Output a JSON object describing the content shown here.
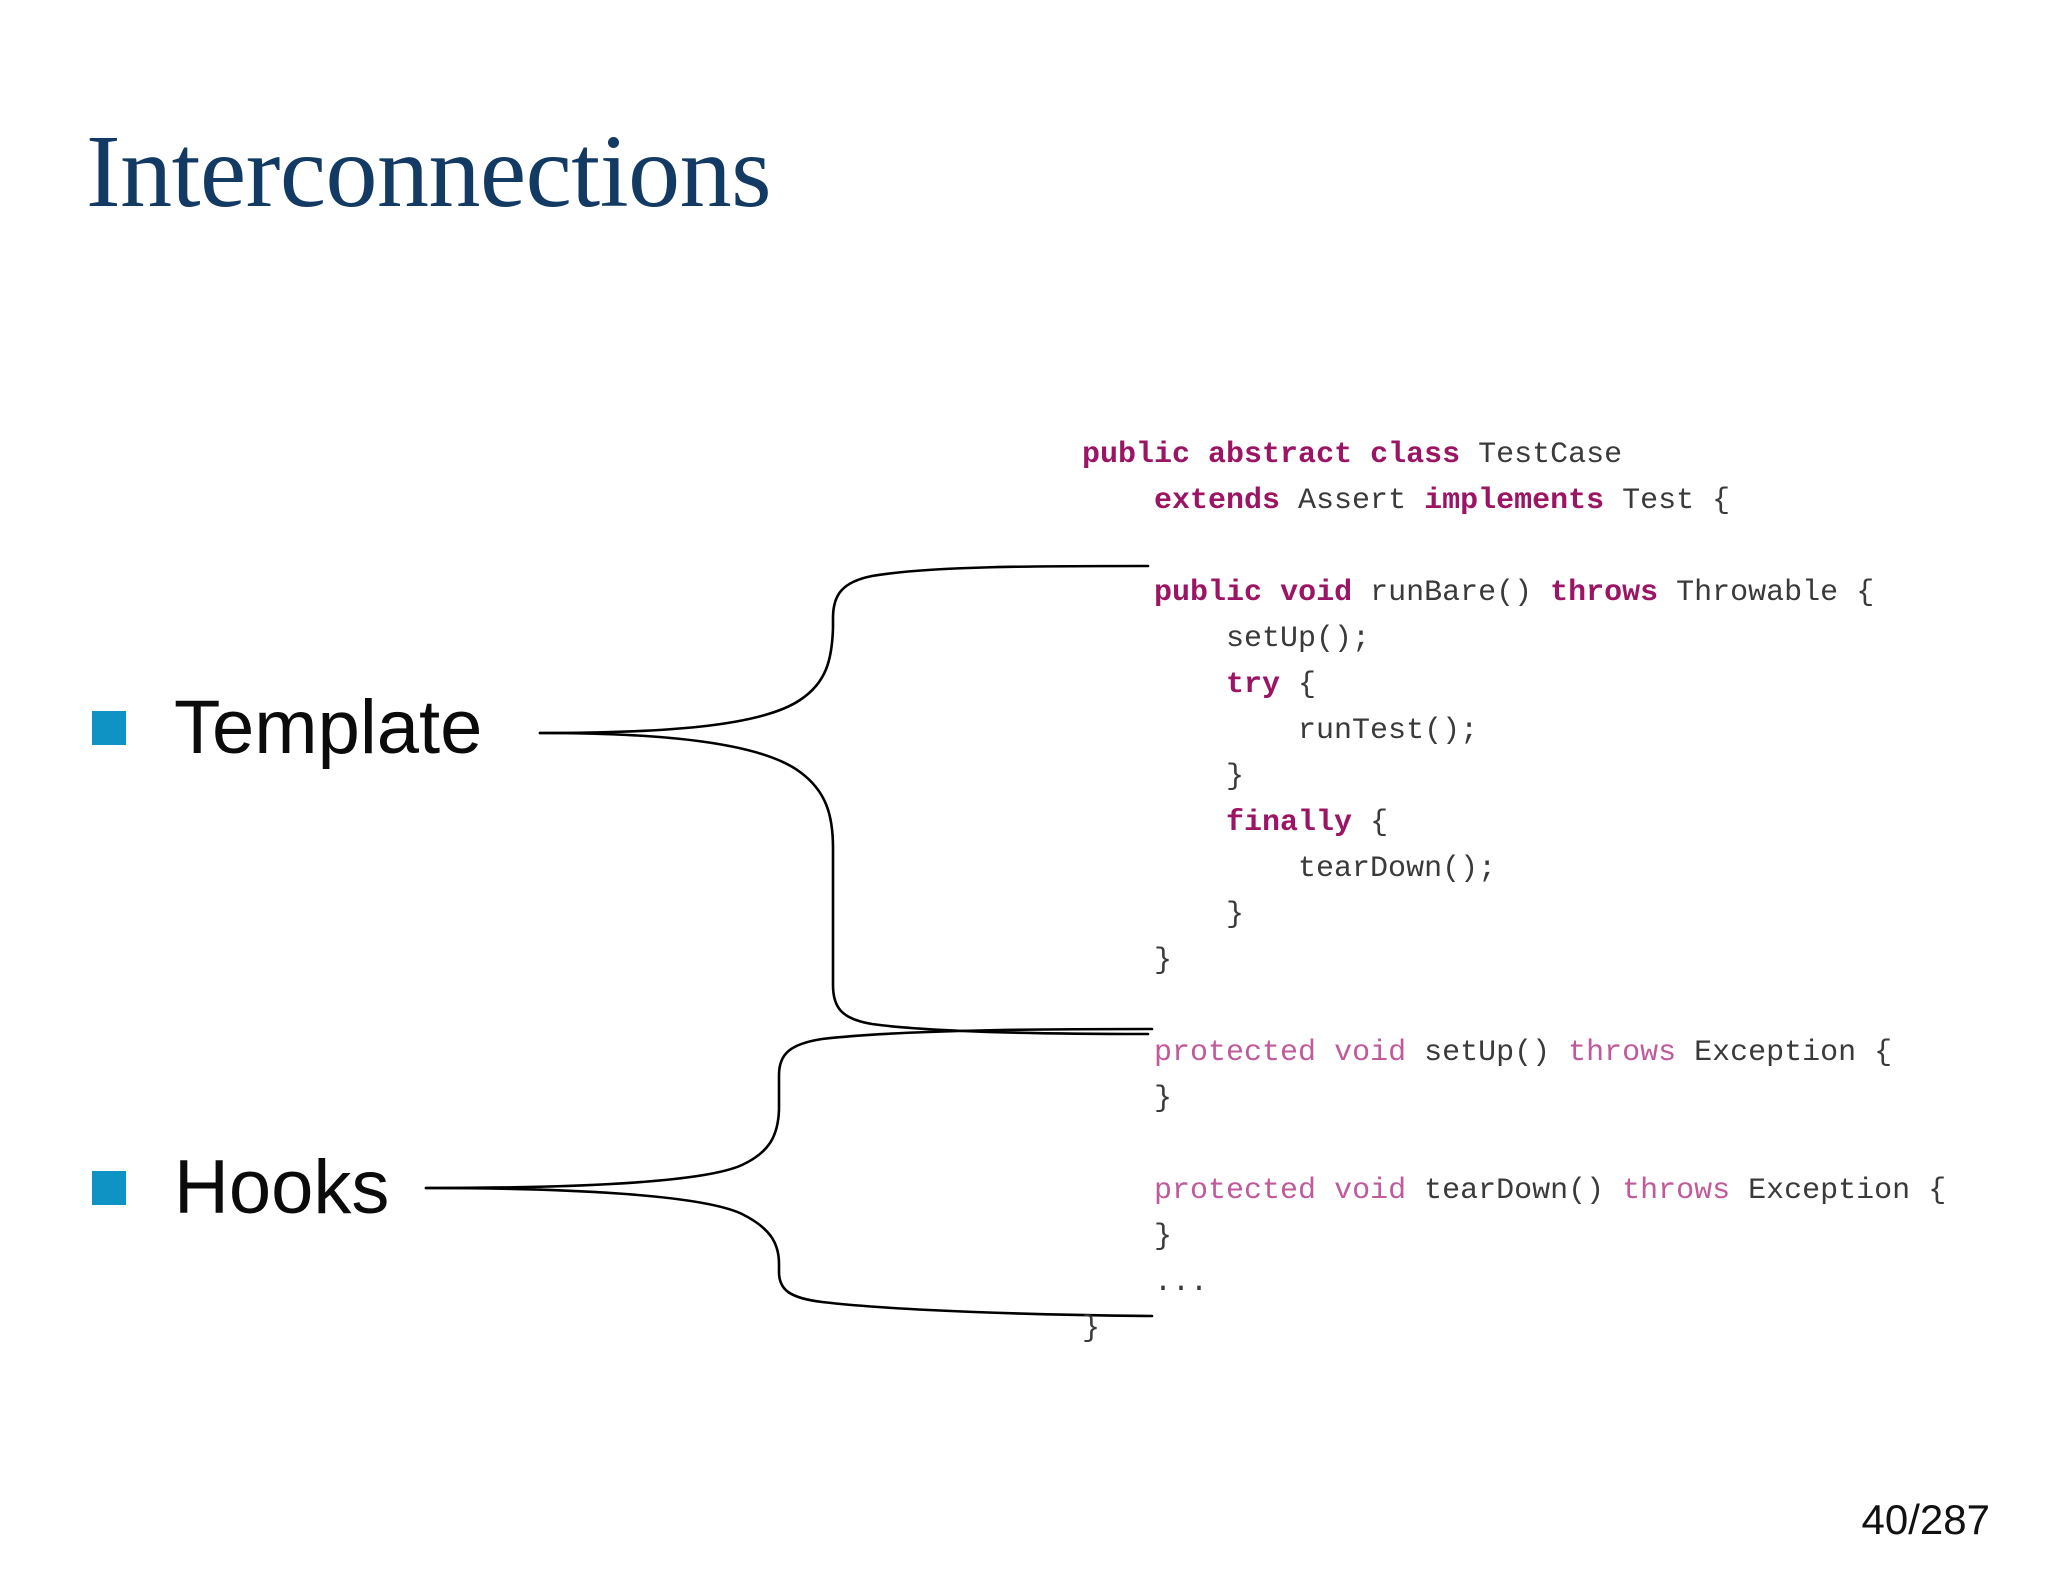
{
  "slide": {
    "title": "Interconnections",
    "page_number": "40/287",
    "background_color": "#ffffff",
    "title_color": "#133a63",
    "bullet_color": "#0e93c4",
    "keyword_bold_color": "#9c1464",
    "keyword_light_color": "#c05a9a",
    "identifier_color": "#3a3a3a",
    "connector_color": "#000000"
  },
  "bullets": [
    {
      "label": "Template",
      "marker": "square-bullet"
    },
    {
      "label": "Hooks",
      "marker": "square-bullet"
    }
  ],
  "connectors": [
    {
      "name": "template-brace",
      "from": "Template",
      "to": "runBare-method-block"
    },
    {
      "name": "hooks-brace",
      "from": "Hooks",
      "to": "setUp-tearDown-hook-block"
    }
  ],
  "code": {
    "language": "java",
    "lines": [
      {
        "indent": 0,
        "tokens": [
          {
            "t": "public",
            "k": "kw-bold"
          },
          {
            "t": " ",
            "k": "ident"
          },
          {
            "t": "abstract",
            "k": "kw-bold"
          },
          {
            "t": " ",
            "k": "ident"
          },
          {
            "t": "class",
            "k": "kw-bold"
          },
          {
            "t": " TestCase",
            "k": "ident"
          }
        ]
      },
      {
        "indent": 1,
        "tokens": [
          {
            "t": "extends",
            "k": "kw-bold"
          },
          {
            "t": " Assert ",
            "k": "ident"
          },
          {
            "t": "implements",
            "k": "kw-bold"
          },
          {
            "t": " Test {",
            "k": "ident"
          }
        ]
      },
      {
        "indent": 0,
        "tokens": []
      },
      {
        "indent": 1,
        "tokens": [
          {
            "t": "public",
            "k": "kw-bold"
          },
          {
            "t": " ",
            "k": "ident"
          },
          {
            "t": "void",
            "k": "kw-bold"
          },
          {
            "t": " runBare() ",
            "k": "ident"
          },
          {
            "t": "throws",
            "k": "kw-bold"
          },
          {
            "t": " Throwable {",
            "k": "ident"
          }
        ]
      },
      {
        "indent": 2,
        "tokens": [
          {
            "t": "setUp();",
            "k": "ident"
          }
        ]
      },
      {
        "indent": 2,
        "tokens": [
          {
            "t": "try",
            "k": "kw-bold"
          },
          {
            "t": " {",
            "k": "ident"
          }
        ]
      },
      {
        "indent": 3,
        "tokens": [
          {
            "t": "runTest();",
            "k": "ident"
          }
        ]
      },
      {
        "indent": 2,
        "tokens": [
          {
            "t": "}",
            "k": "ident"
          }
        ]
      },
      {
        "indent": 2,
        "tokens": [
          {
            "t": "finally",
            "k": "kw-bold"
          },
          {
            "t": " {",
            "k": "ident"
          }
        ]
      },
      {
        "indent": 3,
        "tokens": [
          {
            "t": "tearDown();",
            "k": "ident"
          }
        ]
      },
      {
        "indent": 2,
        "tokens": [
          {
            "t": "}",
            "k": "ident"
          }
        ]
      },
      {
        "indent": 1,
        "tokens": [
          {
            "t": "}",
            "k": "ident"
          }
        ]
      },
      {
        "indent": 0,
        "tokens": []
      },
      {
        "indent": 1,
        "tokens": [
          {
            "t": "protected",
            "k": "kw-light"
          },
          {
            "t": " ",
            "k": "ident"
          },
          {
            "t": "void",
            "k": "kw-light"
          },
          {
            "t": " setUp() ",
            "k": "ident"
          },
          {
            "t": "throws",
            "k": "kw-light"
          },
          {
            "t": " Exception {",
            "k": "ident"
          }
        ]
      },
      {
        "indent": 1,
        "tokens": [
          {
            "t": "}",
            "k": "ident"
          }
        ]
      },
      {
        "indent": 0,
        "tokens": []
      },
      {
        "indent": 1,
        "tokens": [
          {
            "t": "protected",
            "k": "kw-light"
          },
          {
            "t": " ",
            "k": "ident"
          },
          {
            "t": "void",
            "k": "kw-light"
          },
          {
            "t": " tearDown() ",
            "k": "ident"
          },
          {
            "t": "throws",
            "k": "kw-light"
          },
          {
            "t": " Exception {",
            "k": "ident"
          }
        ]
      },
      {
        "indent": 1,
        "tokens": [
          {
            "t": "}",
            "k": "ident"
          }
        ]
      },
      {
        "indent": 1,
        "tokens": [
          {
            "t": "...",
            "k": "ident"
          }
        ]
      },
      {
        "indent": 0,
        "tokens": [
          {
            "t": "}",
            "k": "ident"
          }
        ]
      }
    ]
  }
}
